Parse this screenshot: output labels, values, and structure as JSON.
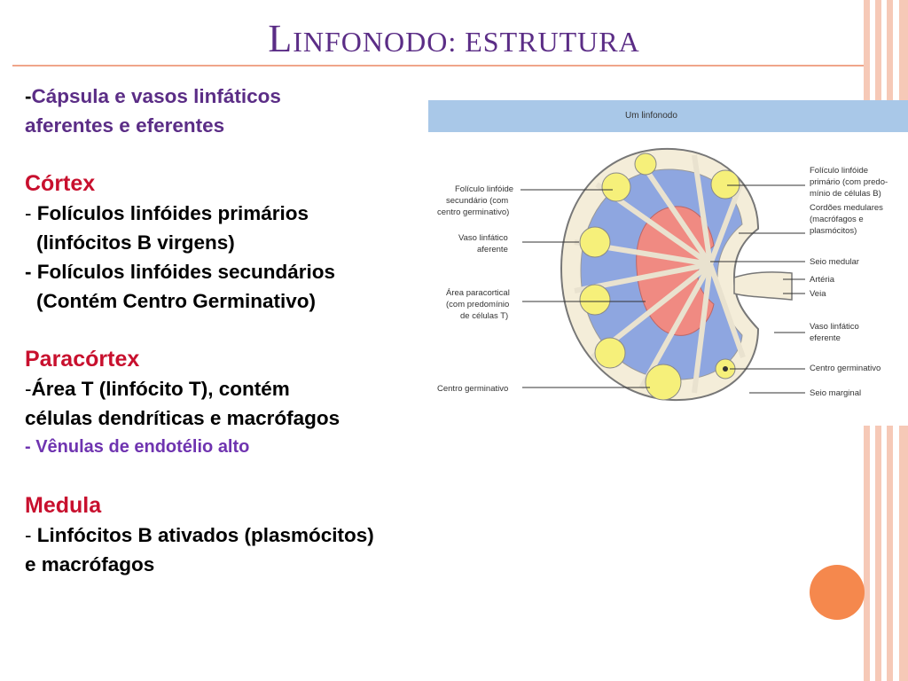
{
  "slide": {
    "title_first": "L",
    "title_rest": "infonodo: estrutura"
  },
  "content": {
    "capsule_dash": "-",
    "capsule_line1": "Cápsula e vasos linfáticos",
    "capsule_line2": "aferentes e eferentes",
    "cortex_heading": "Córtex",
    "cortex_dash": "- ",
    "cortex_item1": "Folículos linfóides primários",
    "cortex_item1b": "(linfócitos B virgens)",
    "cortex_item2": "- Folículos linfóides secundários",
    "cortex_item2b": "(Contém Centro Germinativo)",
    "paracortex_heading": "Paracórtex",
    "paracortex_dash": "-",
    "paracortex_item1": "Área T (linfócito T), contém",
    "paracortex_item1b": "células dendríticas e macrófagos",
    "paracortex_item2": "- Vênulas de endotélio alto",
    "medula_heading": "Medula",
    "medula_dash": "- ",
    "medula_item1": "Linfócitos B ativados (plasmócitos)",
    "medula_item1b": "e macrófagos"
  },
  "figure": {
    "header": "Um linfonodo",
    "left_labels": {
      "secondary_follicle": [
        "Folículo linfóide",
        "secundário (com",
        "centro germinativo)"
      ],
      "afferent_vessel": [
        "Vaso linfático",
        "aferente"
      ],
      "paracortical_area": [
        "Área paracortical",
        "(com predomínio",
        "de células T)"
      ],
      "germinal_center": [
        "Centro germinativo"
      ]
    },
    "right_labels": {
      "primary_follicle": [
        "Folículo linfóide",
        "primário (com predo-",
        "mínio de células B)"
      ],
      "medullary_cords": [
        "Cordões medulares",
        "(macrófagos e",
        "plasmócitos)"
      ],
      "medullary_sinus": [
        "Seio medular"
      ],
      "artery": [
        "Artéria"
      ],
      "vein": [
        "Veia"
      ],
      "efferent_vessel": [
        "Vaso linfático",
        "eferente"
      ],
      "germinal_center": [
        "Centro germinativo"
      ],
      "marginal_sinus": [
        "Seio marginal"
      ]
    }
  },
  "colors": {
    "title": "#5b2d86",
    "heading_red": "#c8102e",
    "violet_text": "#6f34b0",
    "accent_stripe": "#f6c9b7",
    "accent_dot": "#f5884d",
    "figure_header": "#a9c8e8",
    "paracortex_blue": "#8ea6e0",
    "medulla_pink": "#f08a82",
    "follicle_yellow": "#f6f07a"
  }
}
